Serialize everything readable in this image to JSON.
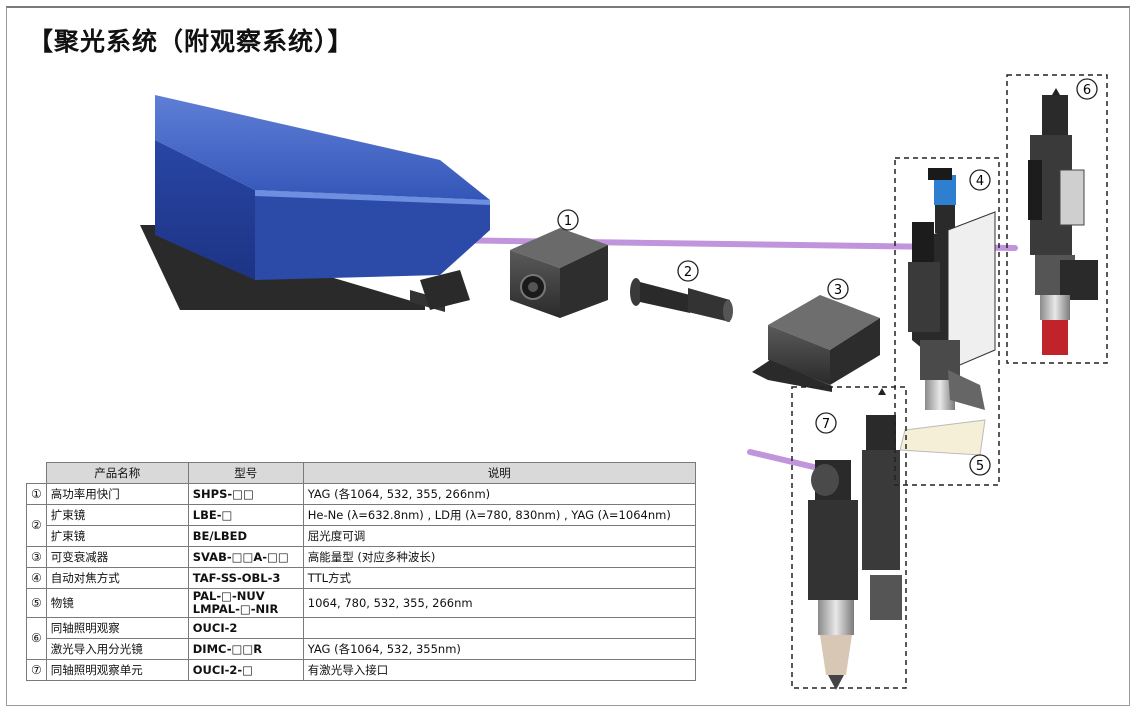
{
  "title": "【聚光系统（附观察系统）】",
  "callouts": [
    "①",
    "②",
    "③",
    "④",
    "⑤",
    "⑥",
    "⑦"
  ],
  "table": {
    "headers": [
      "产品名称",
      "型号",
      "说明"
    ],
    "rows": [
      {
        "num": "①",
        "name": "高功率用快门",
        "model": "SHPS-□□",
        "desc": "YAG (各1064, 532, 355, 266nm)"
      },
      {
        "num": "②",
        "name": "扩束镜",
        "model": "LBE-□",
        "desc": "He-Ne (λ=632.8nm) , LD用 (λ=780, 830nm) , YAG (λ=1064nm)"
      },
      {
        "num": "",
        "name": "扩束镜",
        "model": "BE/LBED",
        "desc": "屈光度可调"
      },
      {
        "num": "③",
        "name": "可变衰减器",
        "model": "SVAB-□□A-□□",
        "desc": "高能量型 (对应多种波长)"
      },
      {
        "num": "④",
        "name": "自动对焦方式",
        "model": "TAF-SS-OBL-3",
        "desc": "TTL方式"
      },
      {
        "num": "⑤",
        "name": "物镜",
        "model": "PAL-□-NUV",
        "model2": "LMPAL-□-NIR",
        "desc": "1064, 780, 532, 355, 266nm"
      },
      {
        "num": "⑥",
        "name": "同轴照明观察",
        "model": "OUCI-2",
        "desc": ""
      },
      {
        "num": "",
        "name": "激光导入用分光镜",
        "model": "DIMC-□□R",
        "desc": "YAG (各1064, 532, 355nm)"
      },
      {
        "num": "⑦",
        "name": "同轴照明观察单元",
        "model": "OUCI-2-□",
        "desc": "有激光导入接口"
      }
    ]
  },
  "colors": {
    "laser_body": "#2f4fb0",
    "beam": "#b98ad8",
    "device": "#3a3a3a",
    "camera_blue": "#2f7fd0",
    "objective_red": "#c0242a"
  }
}
